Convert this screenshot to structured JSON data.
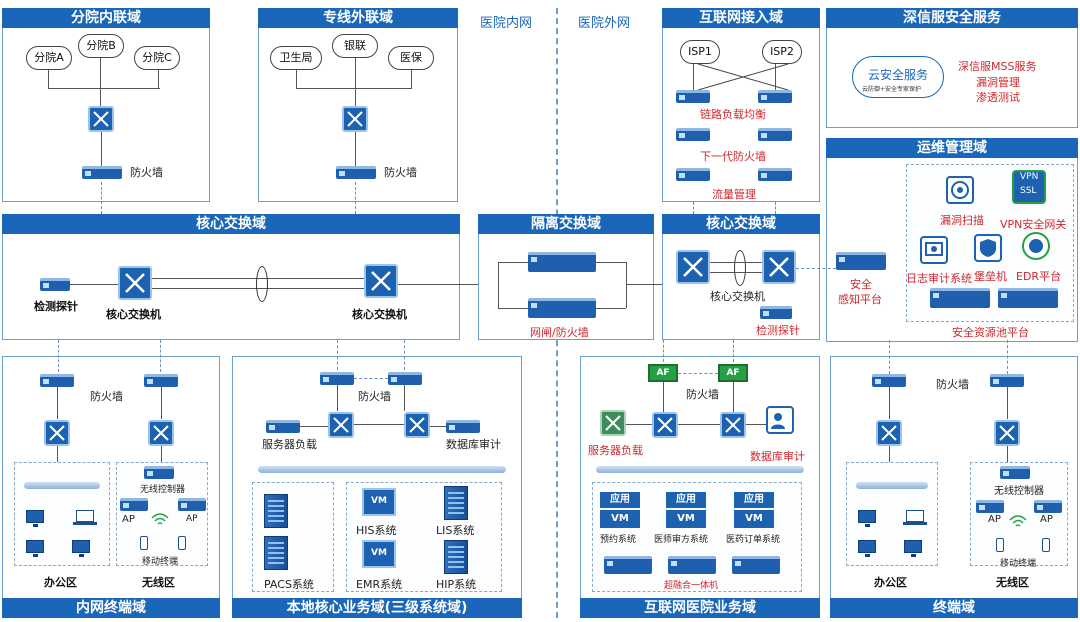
{
  "zones": {
    "branch_intranet": "分院内联域",
    "dedicated_extranet": "专线外联域",
    "hospital_intranet": "医院内网",
    "hospital_extranet": "医院外网",
    "internet_access": "互联网接入域",
    "sangfor_security": "深信服安全服务",
    "ops_management": "运维管理域",
    "core_switch_left": "核心交换域",
    "isolation_switch": "隔离交换域",
    "core_switch_right": "核心交换域",
    "intranet_terminal": "内网终端域",
    "local_core_business": "本地核心业务域(三级系统域)",
    "internet_hospital_business": "互联网医院业务域",
    "terminal": "终端域"
  },
  "branch": {
    "cloud_a": "分院A",
    "cloud_b": "分院B",
    "cloud_c": "分院C",
    "firewall": "防火墙"
  },
  "extranet": {
    "cloud_health": "卫生局",
    "cloud_bank": "银联",
    "cloud_insurance": "医保",
    "firewall": "防火墙"
  },
  "internet": {
    "isp1": "ISP1",
    "isp2": "ISP2",
    "link_lb": "链路负载均衡",
    "ngfw": "下一代防火墙",
    "flow_mgmt": "流量管理"
  },
  "security_service": {
    "cloud_title": "云安全服务",
    "cloud_sub": "云防御+安全专家保护",
    "mss": "深信服MSS服务",
    "vuln": "漏洞管理",
    "pentest": "渗透测试"
  },
  "ops": {
    "vuln_scan": "漏洞扫描",
    "vpn": "VPN安全网关",
    "vpn_badge_top": "VPN",
    "vpn_badge_bottom": "SSL",
    "log_audit": "日志审计系统",
    "bastion": "堡垒机",
    "edr": "EDR平台",
    "pool": "安全资源池平台",
    "awareness_line1": "安全",
    "awareness_line2": "感知平台"
  },
  "core_left": {
    "probe": "检测探针",
    "switch1": "核心交换机",
    "switch2": "核心交换机"
  },
  "isolation": {
    "gateway": "网闸/防火墙"
  },
  "core_right": {
    "switch": "核心交换机",
    "probe": "检测探针"
  },
  "intranet_term": {
    "firewall": "防火墙",
    "wlc": "无线控制器",
    "ap1": "AP",
    "ap2": "AP",
    "mobile": "移动终端",
    "office": "办公区",
    "wireless": "无线区"
  },
  "local_core": {
    "firewall": "防火墙",
    "slb": "服务器负载",
    "db_audit": "数据库审计",
    "vm1": "VM",
    "vm2": "VM",
    "his": "HIS系统",
    "lis": "LIS系统",
    "emr": "EMR系统",
    "hip": "HIP系统",
    "pacs": "PACS系统"
  },
  "inet_biz": {
    "af1": "AF",
    "af2": "AF",
    "firewall": "防火墙",
    "slb": "服务器负载",
    "db_audit": "数据库审计",
    "apps": [
      {
        "top": "应用",
        "bottom": "VM",
        "name": "预约系统"
      },
      {
        "top": "应用",
        "bottom": "VM",
        "name": "医师审方系统"
      },
      {
        "top": "应用",
        "bottom": "VM",
        "name": "医药订单系统"
      }
    ],
    "hci": "超融合一体机"
  },
  "term": {
    "firewall": "防火墙",
    "wlc": "无线控制器",
    "ap1": "AP",
    "ap2": "AP",
    "mobile": "移动终端",
    "office": "办公区",
    "wireless": "无线区"
  },
  "colors": {
    "header_bg": "#1a66b8",
    "zone_border": "#6a9fd0",
    "alert_red": "#d0272d",
    "af_green": "#27a045"
  },
  "icons": [
    "switch-icon",
    "firewall-icon",
    "cloud-icon",
    "server-icon",
    "pc-icon",
    "laptop-icon",
    "phone-icon",
    "ap-icon",
    "wlc-icon",
    "shield-icon",
    "vpn-icon",
    "edr-icon"
  ]
}
